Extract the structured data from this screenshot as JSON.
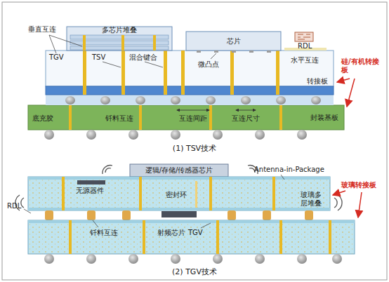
{
  "diagram": {
    "nodes": [
      {
        "text": [
          "多芯片堆叠"
        ]
      },
      {
        "text": [
          "芯片"
        ]
      },
      {
        "text": [
          "转接板"
        ]
      },
      {
        "text": [
          "封装基板"
        ]
      },
      {
        "text": [
          "逻辑/存储/传感器芯片"
        ]
      }
    ],
    "labels": [
      "垂直互连",
      "TGV",
      "TSV",
      "混合键合",
      "微凸点",
      "RDL",
      "水平互连",
      "底充胶",
      "钎料互连",
      "互连间距",
      "互连尺寸",
      "硅/有机转接板",
      "(1) TSV技术",
      "Antenna-in-Package",
      "无源器件",
      "密封环",
      "玻璃多层堆叠",
      "RDL",
      "钎料互连",
      "射频芯片",
      "TGV",
      "玻璃转接板",
      "(2) TGV技术"
    ]
  }
}
